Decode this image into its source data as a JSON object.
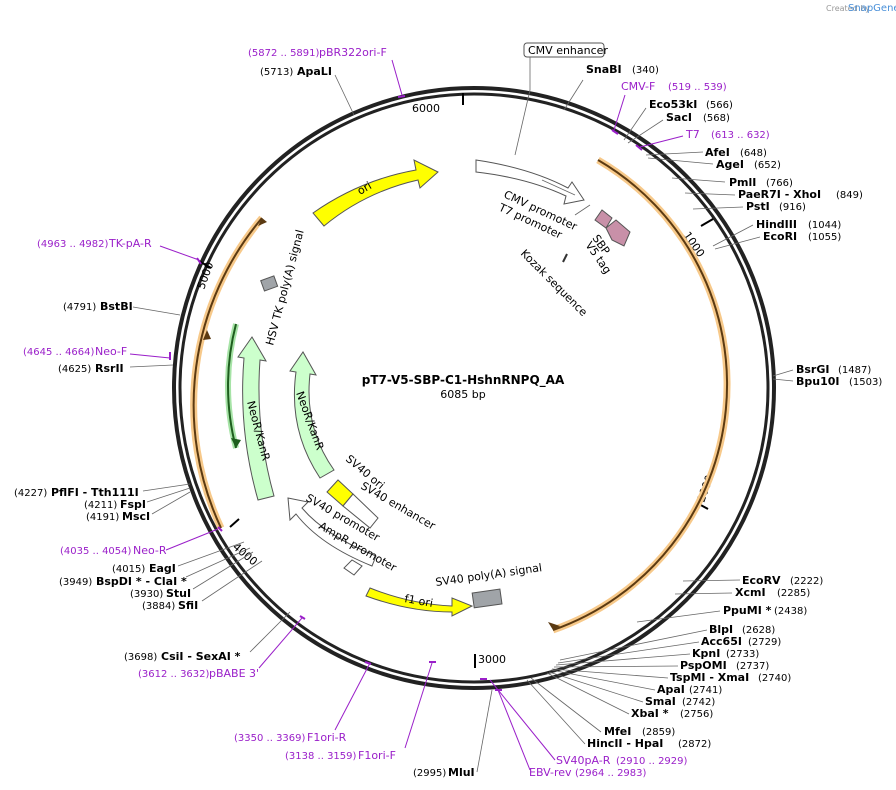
{
  "watermark": {
    "created_by": "Created by",
    "app": "SnapGene",
    "accent": "#4a90d9"
  },
  "map": {
    "name": "pT7-V5-SBP-C1-HshnRNPQ_AA",
    "length": "6085 bp",
    "total_bp": 6085,
    "ticks": [
      "1000",
      "2000",
      "3000",
      "4000",
      "5000",
      "6000"
    ]
  },
  "enzymes": [
    {
      "name": "SnaBI",
      "pos": "(340)"
    },
    {
      "name": "Eco53kI",
      "pos": "(566)"
    },
    {
      "name": "SacI",
      "pos": "(568)"
    },
    {
      "name": "AfeI",
      "pos": "(648)"
    },
    {
      "name": "AgeI",
      "pos": "(652)"
    },
    {
      "name": "PmlI",
      "pos": "(766)"
    },
    {
      "name": "PaeR7I  - XhoI",
      "pos": "(849)"
    },
    {
      "name": "PstI",
      "pos": "(916)"
    },
    {
      "name": "HindIII",
      "pos": "(1044)"
    },
    {
      "name": "EcoRI",
      "pos": "(1055)"
    },
    {
      "name": "BsrGI",
      "pos": "(1487)"
    },
    {
      "name": "Bpu10I",
      "pos": "(1503)"
    },
    {
      "name": "EcoRV",
      "pos": "(2222)"
    },
    {
      "name": "XcmI",
      "pos": "(2285)"
    },
    {
      "name": "PpuMI *",
      "pos": "(2438)"
    },
    {
      "name": "BlpI",
      "pos": "(2628)"
    },
    {
      "name": "Acc65I",
      "pos": "(2729)"
    },
    {
      "name": "KpnI",
      "pos": "(2733)"
    },
    {
      "name": "PspOMI",
      "pos": "(2737)"
    },
    {
      "name": "TspMI  - XmaI",
      "pos": "(2740)"
    },
    {
      "name": "ApaI",
      "pos": "(2741)"
    },
    {
      "name": "SmaI",
      "pos": "(2742)"
    },
    {
      "name": "XbaI *",
      "pos": "(2756)"
    },
    {
      "name": "MfeI",
      "pos": "(2859)"
    },
    {
      "name": "HincII  - HpaI",
      "pos": "(2872)"
    },
    {
      "name": "MluI",
      "pos": "(2995)"
    },
    {
      "name": "CsiI  - SexAI *",
      "pos": "(3698)"
    },
    {
      "name": "SfiI",
      "pos": "(3884)"
    },
    {
      "name": "StuI",
      "pos": "(3930)"
    },
    {
      "name": "BspDI *  - ClaI *",
      "pos": "(3949)"
    },
    {
      "name": "EagI",
      "pos": "(4015)"
    },
    {
      "name": "MscI",
      "pos": "(4191)"
    },
    {
      "name": "FspI",
      "pos": "(4211)"
    },
    {
      "name": "PflFI  - Tth111I",
      "pos": "(4227)"
    },
    {
      "name": "RsrII",
      "pos": "(4625)"
    },
    {
      "name": "BstBI",
      "pos": "(4791)"
    },
    {
      "name": "ApaLI",
      "pos": "(5713)"
    }
  ],
  "primers": [
    {
      "name": "pBR322ori-F",
      "range": "(5872 .. 5891)"
    },
    {
      "name": "CMV-F",
      "range": "(519 .. 539)"
    },
    {
      "name": "T7",
      "range": "(613 .. 632)"
    },
    {
      "name": "TK-pA-R",
      "range": "(4963 .. 4982)"
    },
    {
      "name": "Neo-F",
      "range": "(4645 .. 4664)"
    },
    {
      "name": "Neo-R",
      "range": "(4035 .. 4054)"
    },
    {
      "name": "pBABE 3'",
      "range": "(3612 .. 3632)"
    },
    {
      "name": "F1ori-R",
      "range": "(3350 .. 3369)"
    },
    {
      "name": "F1ori-F",
      "range": "(3138 .. 3159)"
    },
    {
      "name": "SV40pA-R",
      "range": "(2910 .. 2929)"
    },
    {
      "name": "EBV-rev",
      "range": "(2964 .. 2983)"
    }
  ],
  "features": {
    "cmv_enhancer": "CMV enhancer",
    "cmv_promoter": "CMV promoter",
    "t7_promoter": "T7 promoter",
    "sbp": "SBP",
    "v5_tag": "V5 tag",
    "kozak": "Kozak sequence",
    "ori": "ori",
    "hsv_tk_polya": "HSV TK poly(A) signal",
    "neo_outer": "NeoR/KanR",
    "neo_inner": "NeoR/KanR",
    "sv40_ori": "SV40 ori",
    "sv40_enhancer": "SV40 enhancer",
    "sv40_promoter": "SV40 promoter",
    "ampr_promoter": "AmpR promoter",
    "f1_ori": "f1 ori",
    "sv40_polya": "SV40 poly(A) signal"
  },
  "colors": {
    "primer": "#9a1fc9",
    "ori": "#ffff00",
    "neo": "#ccffcc",
    "insert": "#f5a623",
    "tag": "#c890a8",
    "polya": "#a0a4a8"
  }
}
